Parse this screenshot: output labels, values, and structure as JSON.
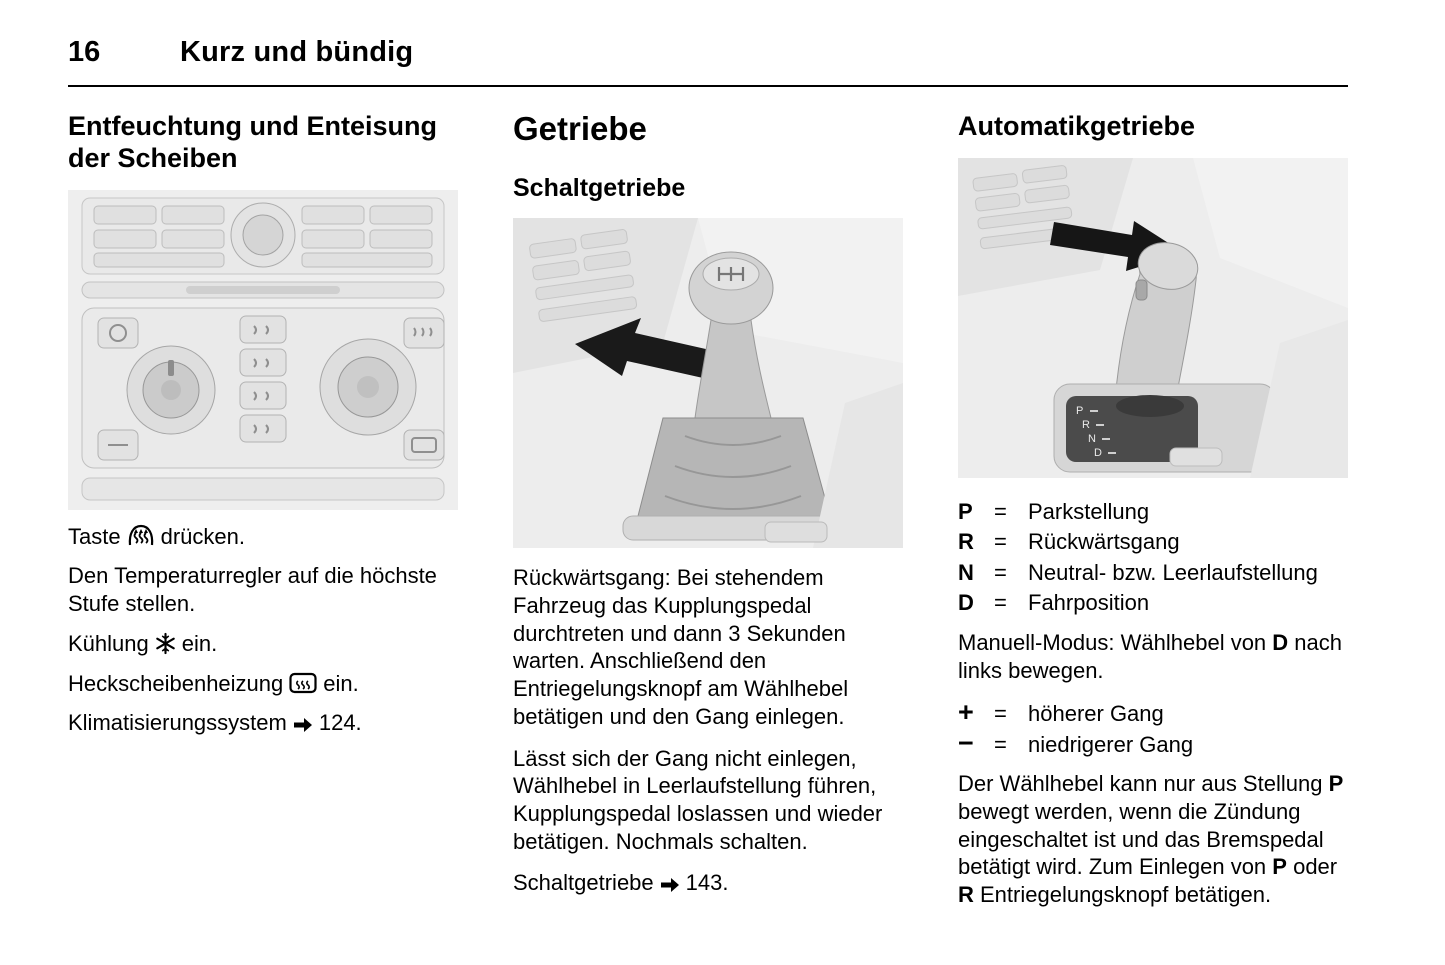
{
  "page": {
    "number": "16",
    "chapter": "Kurz und bündig"
  },
  "defrost": {
    "heading": "Entfeuchtung und Enteisung der Scheiben",
    "taste_pre": "Taste",
    "taste_post": "drücken.",
    "temp": "Den Temperaturregler auf die höchste Stufe stellen.",
    "cool_pre": "Kühlung",
    "cool_post": "ein.",
    "rear_pre": "Heckscheibenheizung",
    "rear_post": "ein.",
    "ref_label": "Klimatisierungssystem",
    "ref_page": "124."
  },
  "getriebe": {
    "heading": "Getriebe",
    "subheading": "Schaltgetriebe",
    "para1": "Rückwärtsgang: Bei stehendem Fahrzeug das Kupplungspedal durchtreten und dann 3 Sekunden warten. Anschließend den Entriegelungsknopf am Wählhebel betätigen und den Gang einlegen.",
    "para2": "Lässt sich der Gang nicht einlegen, Wählhebel in Leerlaufstellung führen, Kupplungspedal loslassen und wieder betätigen. Nochmals schalten.",
    "ref_label": "Schaltgetriebe",
    "ref_page": "143."
  },
  "automatik": {
    "heading": "Automatikgetriebe",
    "legend": [
      {
        "key": "P",
        "eq": "=",
        "label": "Parkstellung"
      },
      {
        "key": "R",
        "eq": "=",
        "label": "Rückwärtsgang"
      },
      {
        "key": "N",
        "eq": "=",
        "label": "Neutral- bzw. Leerlaufstellung"
      },
      {
        "key": "D",
        "eq": "=",
        "label": "Fahrposition"
      }
    ],
    "manuell_pre": "Manuell-Modus: Wählhebel von ",
    "manuell_bold": "D",
    "manuell_post": " nach links bewegen.",
    "gears": [
      {
        "key": "+",
        "eq": "=",
        "label": "höherer Gang"
      },
      {
        "key": "−",
        "eq": "=",
        "label": "niedrigerer Gang"
      }
    ],
    "gate_letters": [
      "P",
      "R",
      "N",
      "D"
    ],
    "final": {
      "p1": "Der Wählhebel kann nur aus Stellung ",
      "b1": "P",
      "p2": " bewegt werden, wenn die Zündung eingeschaltet ist und das Bremspedal betätigt wird. Zum Einlegen von ",
      "b2": "P",
      "p3": " oder ",
      "b3": "R",
      "p4": " Entriegelungsknopf betätigen."
    }
  },
  "icons": {
    "windshield_defrost": "fan-shaped windshield with wavy arrows",
    "rear_window_heating": "rectangle windshield with wavy arrows",
    "snowflake": "air conditioning snowflake",
    "page_ref_arrow": "right arrow page reference"
  }
}
